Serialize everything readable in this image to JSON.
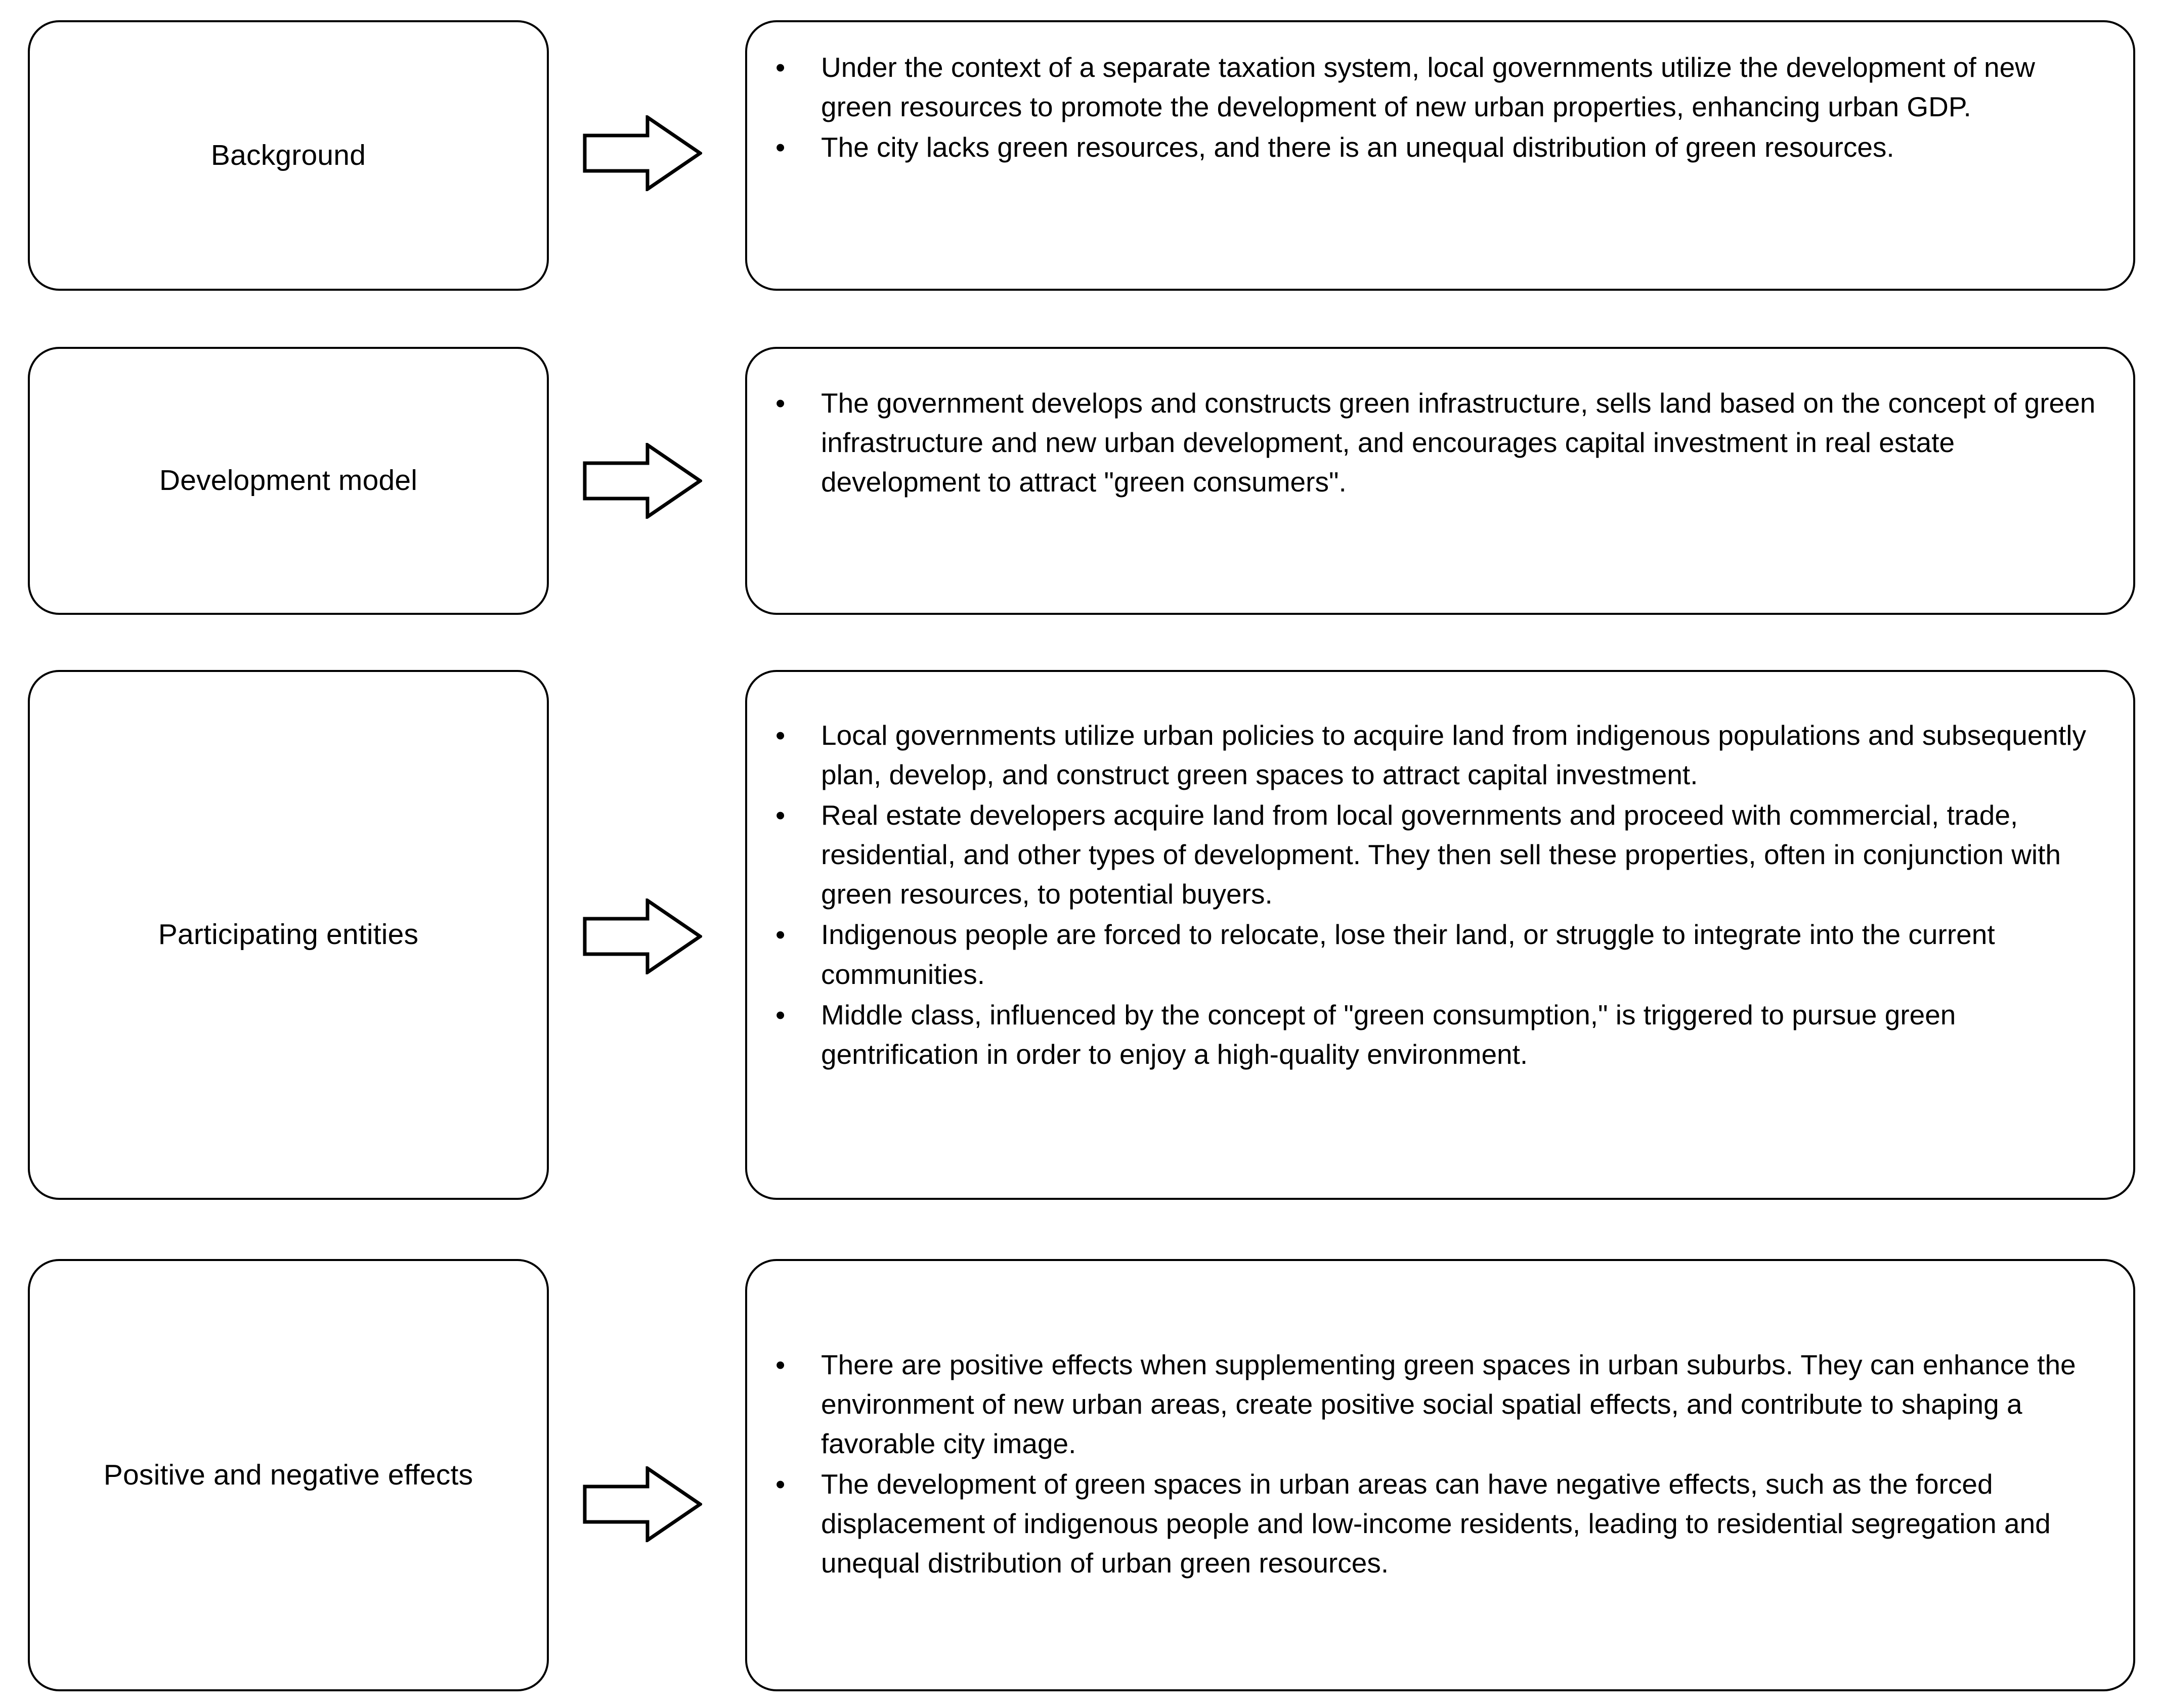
{
  "diagram": {
    "type": "four-stage-flow",
    "orientation": "left-label-to-right-detail",
    "arrow_glyph": "block-arrow-right",
    "bullet_glyph": "•",
    "colors": {
      "stroke": "#000000",
      "background": "#ffffff",
      "text": "#000000"
    }
  },
  "rows": [
    {
      "label": "Background",
      "bullets": [
        "Under the context of a separate taxation system, local governments utilize the development of new green resources to promote the development of new urban properties, enhancing urban GDP.",
        "The city lacks green resources, and there is an unequal distribution of green resources."
      ]
    },
    {
      "label": "Development model",
      "bullets": [
        "The government develops and constructs green infrastructure, sells land based on the concept of green infrastructure and new urban development, and encourages capital investment in real estate development to attract \"green consumers\"."
      ]
    },
    {
      "label": "Participating entities",
      "bullets": [
        "Local governments utilize urban policies to acquire land from indigenous populations and subsequently plan, develop, and construct green spaces to attract capital investment.",
        "Real estate developers acquire land from local governments and proceed with commercial, trade, residential, and other types of development. They then sell these properties, often in conjunction with green resources, to potential buyers.",
        "Indigenous people are forced to relocate, lose their land, or struggle to integrate into the current communities.",
        "Middle class, influenced by the concept of \"green consumption,\" is triggered to pursue green gentrification in order to enjoy a high-quality environment."
      ]
    },
    {
      "label": "Positive and negative effects",
      "bullets": [
        "There are positive effects when supplementing green spaces in urban suburbs. They can enhance the environment of new urban areas, create positive social spatial effects, and contribute to shaping a favorable city image.",
        "The development of green spaces in urban areas can have negative effects, such as the forced displacement of indigenous people and low-income residents, leading to residential segregation and unequal distribution of urban green resources."
      ]
    }
  ]
}
